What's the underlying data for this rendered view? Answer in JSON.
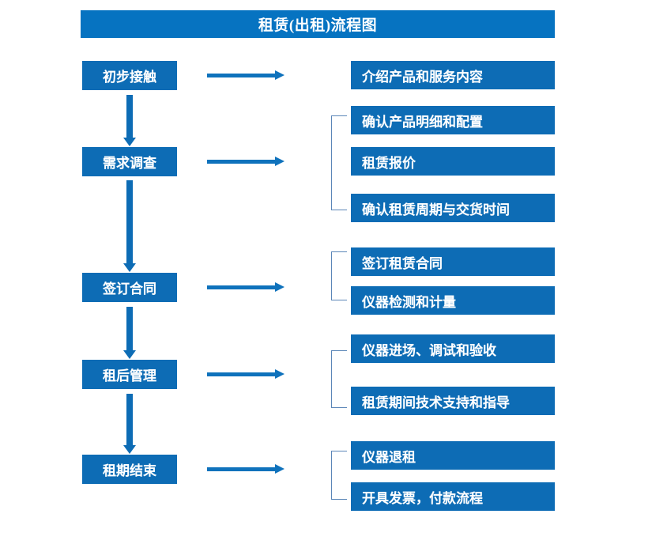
{
  "diagram": {
    "title": "租赁(出租)流程图",
    "colors": {
      "title_bar": "#0673c1",
      "box": "#0d6cb5",
      "arrow": "#0f72bc",
      "bracket": "#5b86b8",
      "text": "#ffffff",
      "background": "#ffffff"
    },
    "stages": [
      {
        "label": "初步接触"
      },
      {
        "label": "需求调查"
      },
      {
        "label": "签订合同"
      },
      {
        "label": "租后管理"
      },
      {
        "label": "租期结束"
      }
    ],
    "details": [
      {
        "label": "介绍产品和服务内容"
      },
      {
        "label": "确认产品明细和配置"
      },
      {
        "label": "租赁报价"
      },
      {
        "label": "确认租赁周期与交货时间"
      },
      {
        "label": "签订租赁合同"
      },
      {
        "label": "仪器检测和计量"
      },
      {
        "label": "仪器进场、调试和验收"
      },
      {
        "label": "租赁期间技术支持和指导"
      },
      {
        "label": "仪器退租"
      },
      {
        "label": "开具发票，付款流程"
      }
    ],
    "groups": [
      {
        "stage": "需求调查",
        "members": [
          "确认产品明细和配置",
          "租赁报价",
          "确认租赁周期与交货时间"
        ]
      },
      {
        "stage": "签订合同",
        "members": [
          "签订租赁合同",
          "仪器检测和计量"
        ]
      },
      {
        "stage": "租后管理",
        "members": [
          "仪器进场、调试和验收",
          "租赁期间技术支持和指导"
        ]
      },
      {
        "stage": "租期结束",
        "members": [
          "仪器退租",
          "开具发票，付款流程"
        ]
      }
    ],
    "flow_sequence": [
      "初步接触",
      "需求调查",
      "签订合同",
      "租后管理",
      "租期结束"
    ]
  }
}
